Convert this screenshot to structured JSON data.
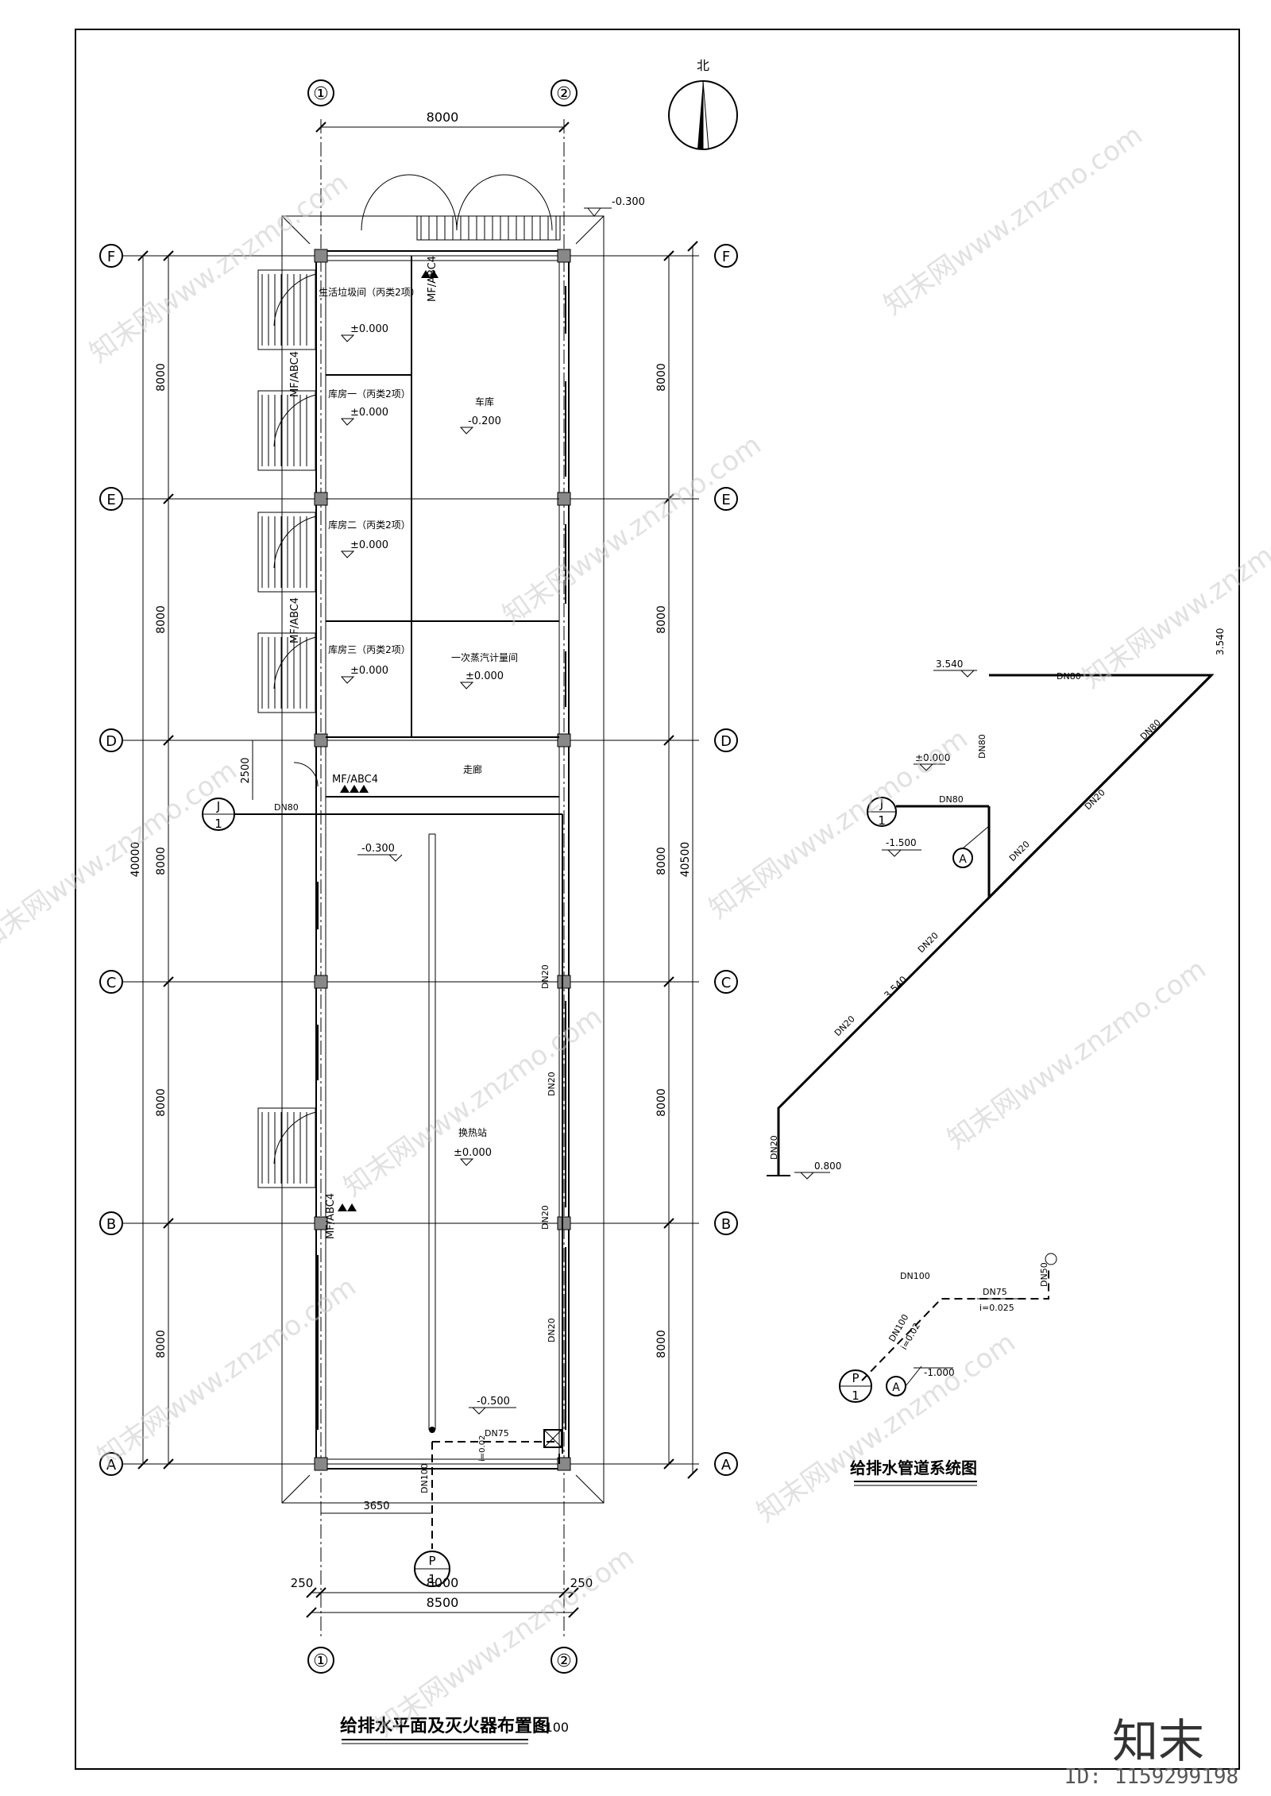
{
  "plan": {
    "title": "给排水平面及灭火器布置图",
    "scale": "1:100",
    "north": "北",
    "axes_x": [
      "①",
      "②"
    ],
    "axes_y": [
      "F",
      "E",
      "D",
      "C",
      "B",
      "A"
    ],
    "dims": {
      "top_span": "8000",
      "bottom_span": "8000",
      "bottom_total": "8500",
      "bottom_left": "250",
      "bottom_right": "250",
      "left_bays": [
        "8000",
        "8000",
        "8000",
        "8000",
        "8000"
      ],
      "left_total": "40000",
      "right_bays": [
        "8000",
        "8000",
        "8000",
        "8000",
        "8000"
      ],
      "right_total": "40500",
      "corridor": "2500",
      "pipe_offset": "3650"
    },
    "rooms": [
      {
        "name": "生活垃圾间（丙类2项）",
        "level": "±0.000"
      },
      {
        "name": "库房一（丙类2项）",
        "level": "±0.000"
      },
      {
        "name": "库房二（丙类2项）",
        "level": "±0.000"
      },
      {
        "name": "库房三（丙类2项）",
        "level": "±0.000"
      },
      {
        "name": "车库",
        "level": "-0.200"
      },
      {
        "name": "一次蒸汽计量间",
        "level": "±0.000"
      },
      {
        "name": "走廊",
        "level": ""
      },
      {
        "name": "换热站",
        "level": "±0.000"
      }
    ],
    "extinguishers": [
      "MF/ABC4",
      "MF/ABC4",
      "MF/ABC4",
      "MF/ABC4",
      "MF/ABC4"
    ],
    "levels": {
      "entrance": "-0.300",
      "corridor": "-0.300",
      "drain": "-0.500"
    },
    "pipes": [
      "DN80",
      "DN20",
      "DN20",
      "DN20",
      "DN20",
      "DN75",
      "DN100",
      "i=0.02"
    ],
    "markers": {
      "supply": {
        "letter": "J",
        "num": "1"
      },
      "drain": {
        "letter": "P",
        "num": "1"
      }
    }
  },
  "system": {
    "title": "给排水管道系统图",
    "supply": {
      "levels": [
        "3.540",
        "3.540",
        "±0.000",
        "-1.500",
        "3.540",
        "0.800"
      ],
      "pipes": [
        "DN80",
        "DN80",
        "DN80",
        "DN80",
        "DN20",
        "DN20",
        "DN20",
        "DN20",
        "DN20"
      ],
      "marker": {
        "letter": "J",
        "num": "1",
        "riser": "A"
      }
    },
    "drain": {
      "pipes": [
        "DN100",
        "DN100",
        "DN75",
        "DN50"
      ],
      "slopes": [
        "i=0.02",
        "i=0.025"
      ],
      "level": "-1.000",
      "marker": {
        "letter": "P",
        "num": "1",
        "riser": "A"
      }
    }
  },
  "watermark": "知末网www.znzmo.com",
  "brand": {
    "logo": "知末",
    "id": "ID: 1159299198"
  }
}
